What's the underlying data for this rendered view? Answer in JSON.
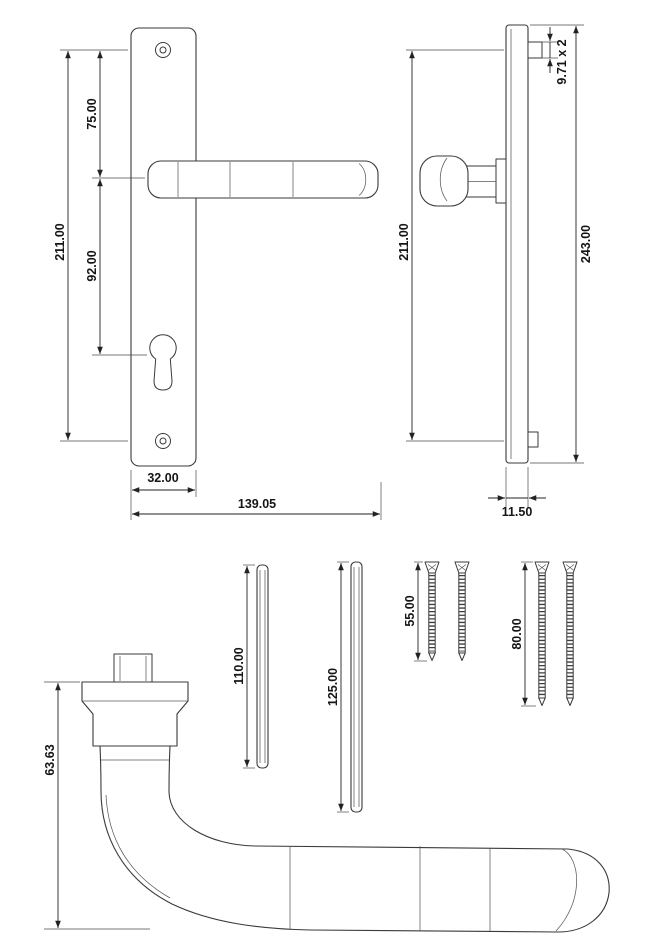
{
  "front_view": {
    "dim_top_to_handle": "75.00",
    "dim_handle_to_cylinder": "92.00",
    "dim_fixing_centres": "211.00",
    "dim_plate_width": "32.00",
    "dim_overall_length": "139.05"
  },
  "side_view": {
    "dim_lug": "9.71 x 2",
    "dim_fixing_centres": "211.00",
    "dim_plate_height": "243.00",
    "dim_plate_depth": "11.50"
  },
  "spindles": {
    "dim_spindle_short": "110.00",
    "dim_spindle_long": "125.00"
  },
  "screws": {
    "dim_screw_short": "55.00",
    "dim_screw_long": "80.00"
  },
  "handle_side_view": {
    "dim_height": "63.63"
  }
}
